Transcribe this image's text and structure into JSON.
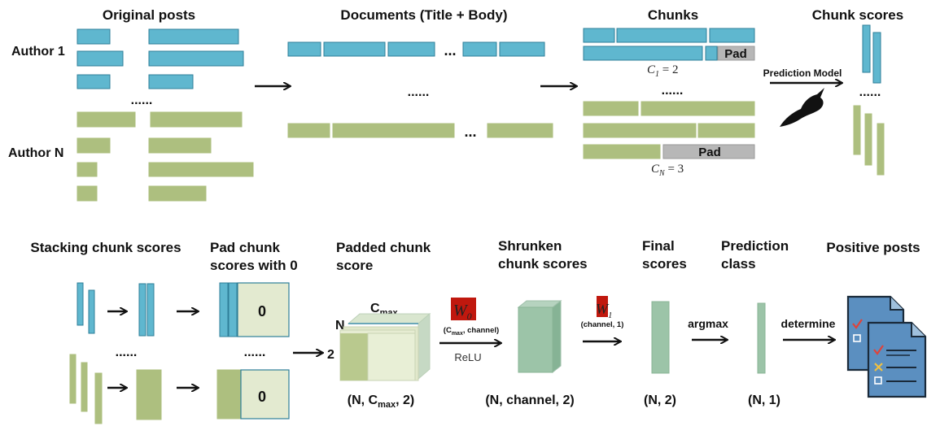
{
  "top": {
    "original_posts": "Original posts",
    "author_1": "Author 1",
    "author_n": "Author N",
    "dots": "......",
    "documents": "Documents (Title + Body)",
    "doc_ellipsis": "...",
    "chunks": "Chunks",
    "pad": "Pad",
    "c1": "C",
    "c1_sub": "1",
    "c1_eq": " = 2",
    "cn": "C",
    "cn_sub": "N",
    "cn_eq": " = 3",
    "prediction_model": "Prediction Model",
    "chunk_scores": "Chunk scores"
  },
  "bottom": {
    "stacking": "Stacking chunk scores",
    "pad_line1": "Pad chunk",
    "pad_line2": "scores with 0",
    "zero": "0",
    "padded_line1": "Padded chunk",
    "padded_line2": "score",
    "cmax": "C",
    "cmax_sub": "max",
    "n": "N",
    "two": "2",
    "w0": "W",
    "w0_sub": "0",
    "w0_dim_a": "(C",
    "w0_dim_sub": "max",
    "w0_dim_b": ", channel)",
    "relu": "ReLU",
    "shrunken_line1": "Shrunken",
    "shrunken_line2": "chunk scores",
    "w1": "W",
    "w1_sub": "1",
    "w1_dim": "(channel, 1)",
    "final_line1": "Final",
    "final_line2": "scores",
    "argmax": "argmax",
    "pred_line1": "Prediction",
    "pred_line2": "class",
    "determine": "determine",
    "positive_posts": "Positive posts",
    "shape_padded_a": "(N, C",
    "shape_padded_sub": "max",
    "shape_padded_b": ", 2)",
    "shape_shrunken": "(N, channel, 2)",
    "shape_final": "(N, 2)",
    "shape_pred": "(N, 1)"
  },
  "colors": {
    "blue": "#5fb7cf",
    "green": "#adbf7f",
    "pad_gray": "#b7b7b7",
    "w_red": "#c0180e",
    "tensor_green": "#9cc4a8"
  },
  "icons": [
    "hummingbird-icon",
    "document-checklist-icon"
  ]
}
